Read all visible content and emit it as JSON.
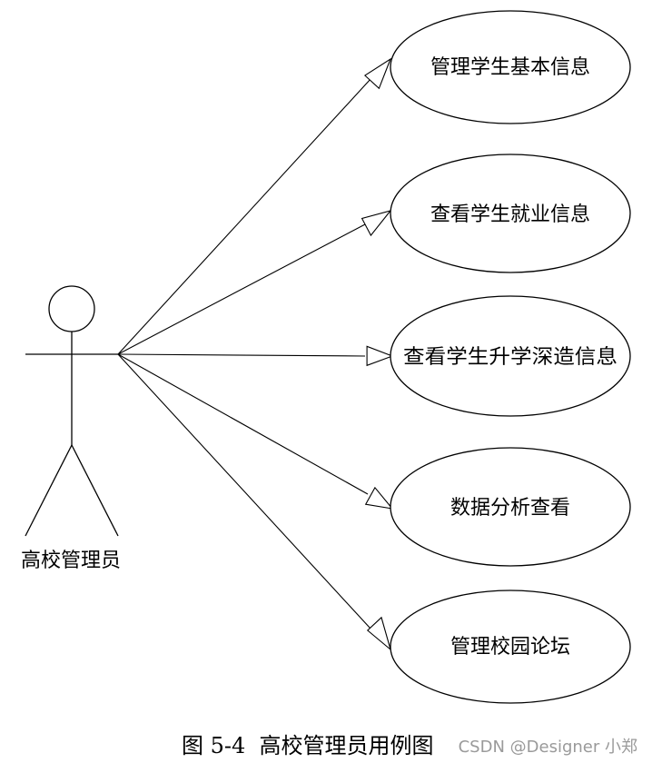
{
  "diagram": {
    "actor": {
      "name": "高校管理员"
    },
    "use_cases": [
      {
        "label": "管理学生基本信息"
      },
      {
        "label": "查看学生就业信息"
      },
      {
        "label": "查看学生升学深造信息"
      },
      {
        "label": "数据分析查看"
      },
      {
        "label": "管理校园论坛"
      }
    ],
    "caption": "图 5-4  高校管理员用例图",
    "watermark": "CSDN @Designer 小郑"
  }
}
